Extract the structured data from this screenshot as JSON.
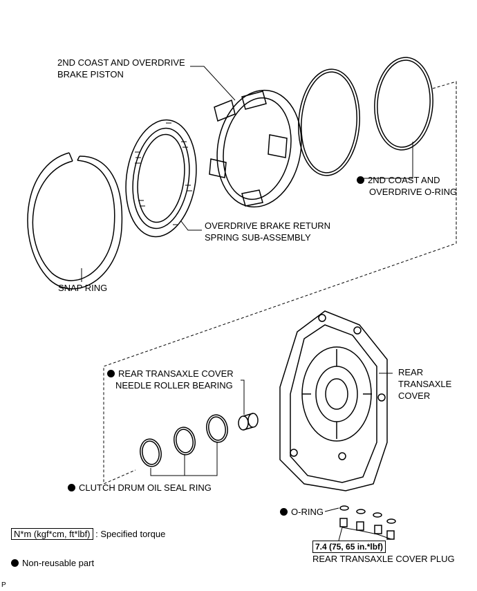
{
  "labels": {
    "piston": [
      "2ND COAST AND OVERDRIVE",
      "BRAKE PISTON"
    ],
    "oring_2nd": [
      "2ND COAST AND",
      "OVERDRIVE O-RING"
    ],
    "return_spring": [
      "OVERDRIVE BRAKE RETURN",
      "SPRING SUB-ASSEMBLY"
    ],
    "snap_ring": "SNAP RING",
    "needle_bearing": [
      "REAR TRANSAXLE COVER",
      "NEEDLE ROLLER BEARING"
    ],
    "cover": [
      "REAR",
      "TRANSAXLE",
      "COVER"
    ],
    "seal_ring": "CLUTCH DRUM OIL SEAL RING",
    "o_ring": "O-RING",
    "torque_value": "7.4 (75, 65 in.*lbf)",
    "cover_plug": "REAR TRANSAXLE COVER PLUG"
  },
  "legend": {
    "torque_unit": "N*m (kgf*cm, ft*lbf)",
    "torque_desc": ": Specified torque",
    "non_reusable": "Non-reusable part"
  },
  "corner_mark": "P"
}
